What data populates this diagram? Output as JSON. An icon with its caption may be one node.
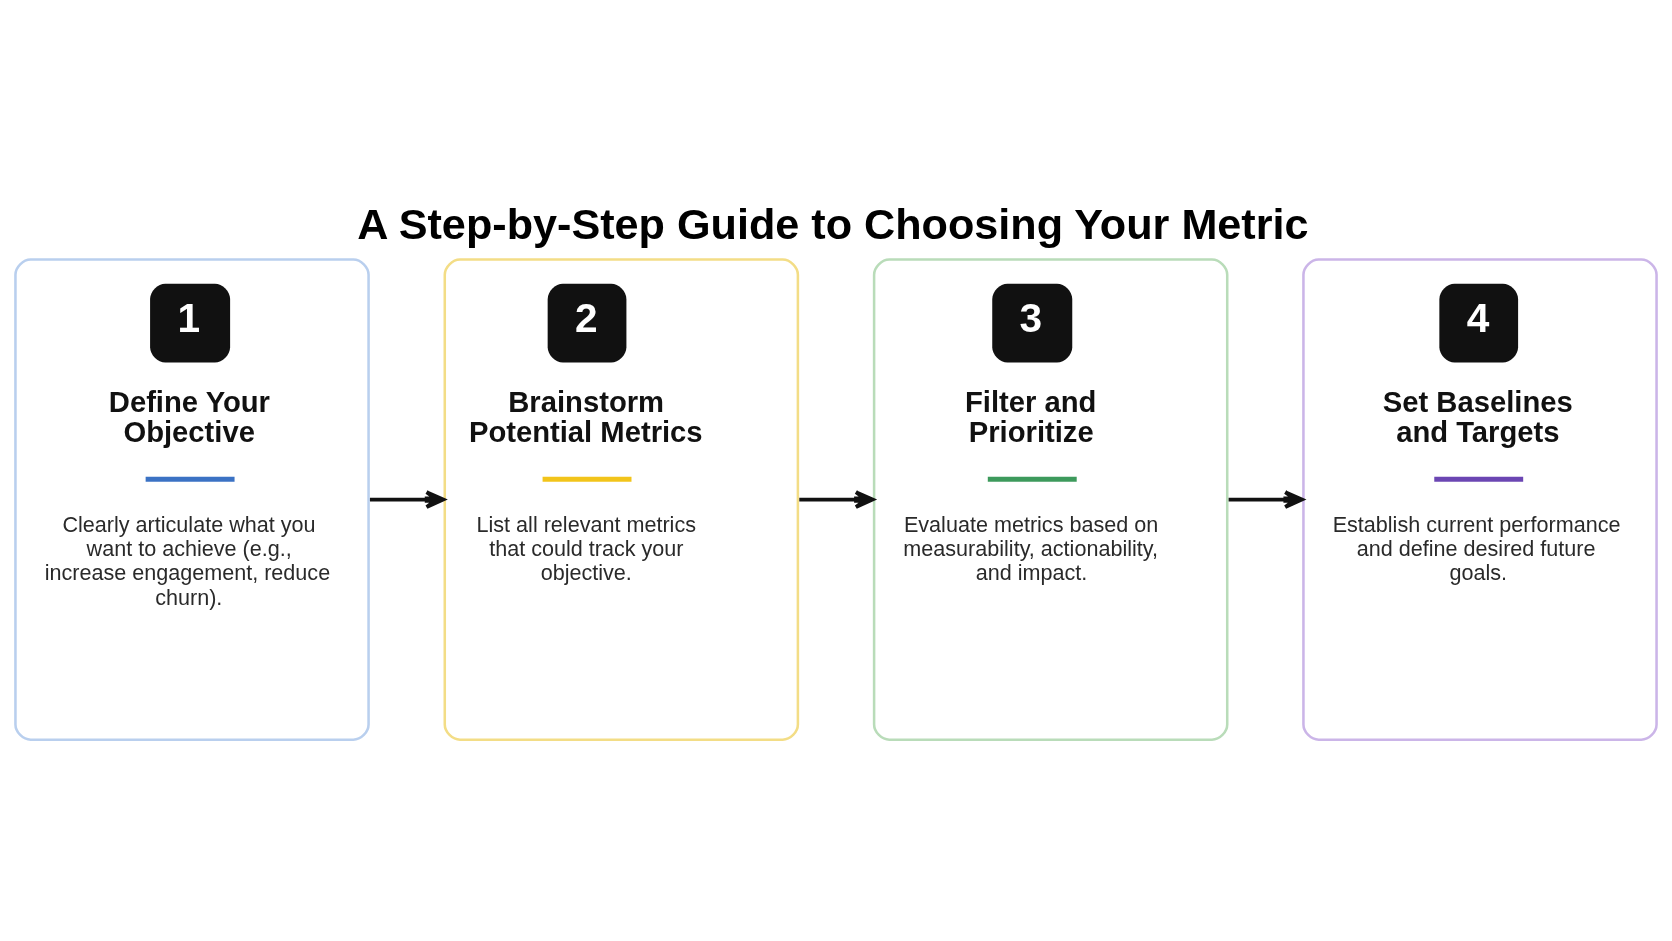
{
  "diagram": {
    "title": "A Step-by-Step Guide to Choosing Your Metric",
    "nodes": [
      {
        "text": [
          "1",
          "Define Your Objective",
          "Clearly articulate what you want to achieve (e.g., increase engagement, reduce churn)."
        ]
      },
      {
        "text": [
          "2",
          "Brainstorm Potential Metrics",
          "List all relevant metrics that could track your objective."
        ]
      },
      {
        "text": [
          "3",
          "Filter and Prioritize",
          "Evaluate metrics based on measurability, actionability, and impact."
        ]
      },
      {
        "text": [
          "4",
          "Set Baselines and Targets",
          "Establish current performance and define desired future goals."
        ]
      }
    ],
    "edges": [
      {
        "from": 0,
        "to": 1,
        "arrow": "to"
      },
      {
        "from": 1,
        "to": 2,
        "arrow": "to"
      },
      {
        "from": 2,
        "to": 3,
        "arrow": "to"
      }
    ]
  }
}
